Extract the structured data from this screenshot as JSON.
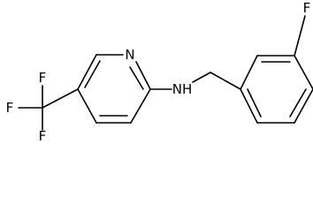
{
  "molecule": {
    "atoms": {
      "fluorine_top": "F",
      "cf3_f_top": "F",
      "cf3_f_left": "F",
      "cf3_f_bottom": "F",
      "pyridine_n": "N",
      "amine": "NH"
    }
  }
}
